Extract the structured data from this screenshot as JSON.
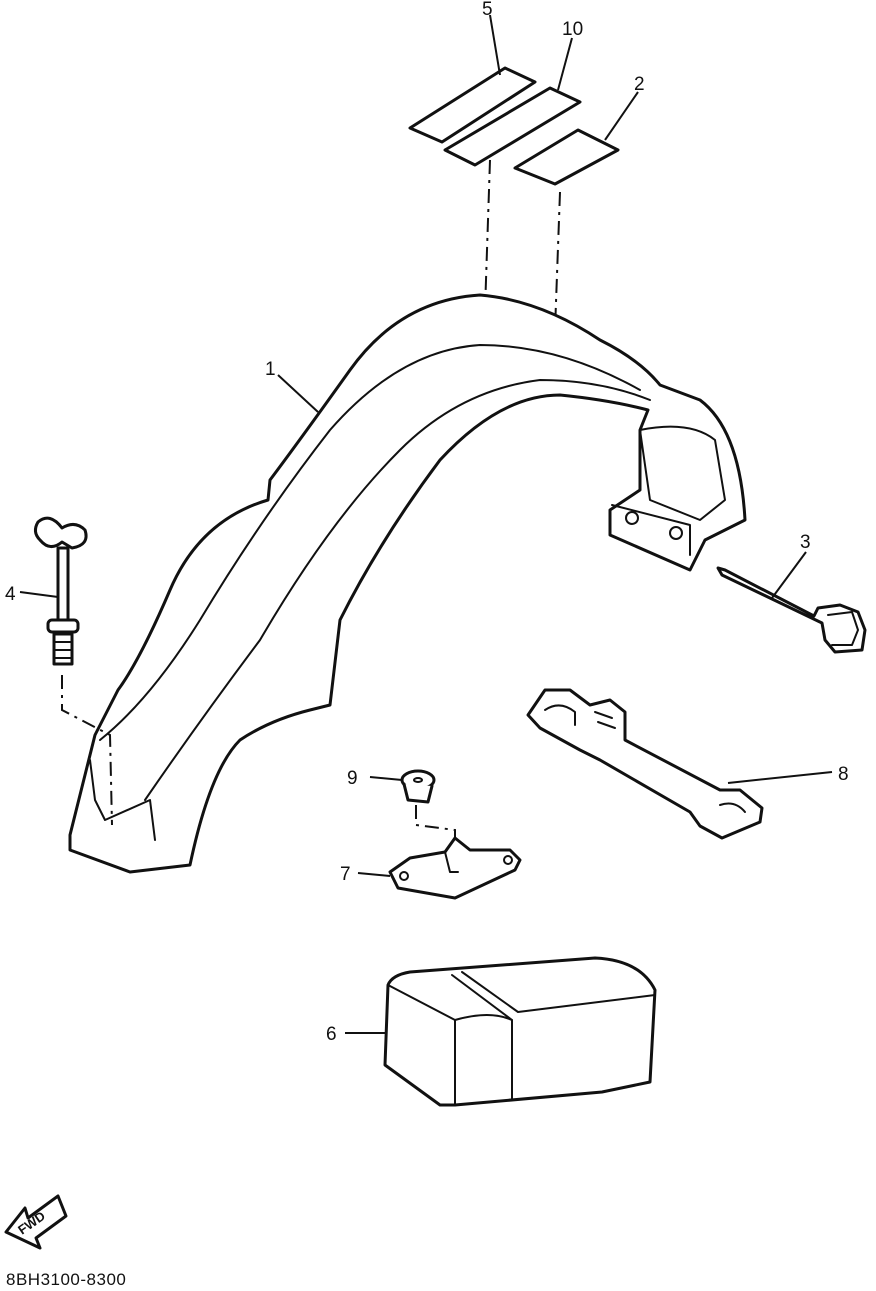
{
  "diagram": {
    "part_numbers": {
      "p1": "1",
      "p2": "2",
      "p3": "3",
      "p4": "4",
      "p5": "5",
      "p6": "6",
      "p7": "7",
      "p8": "8",
      "p9": "9",
      "p10": "10"
    },
    "fwd_label": "FWD",
    "drawing_code": "8BH3100-8300"
  }
}
